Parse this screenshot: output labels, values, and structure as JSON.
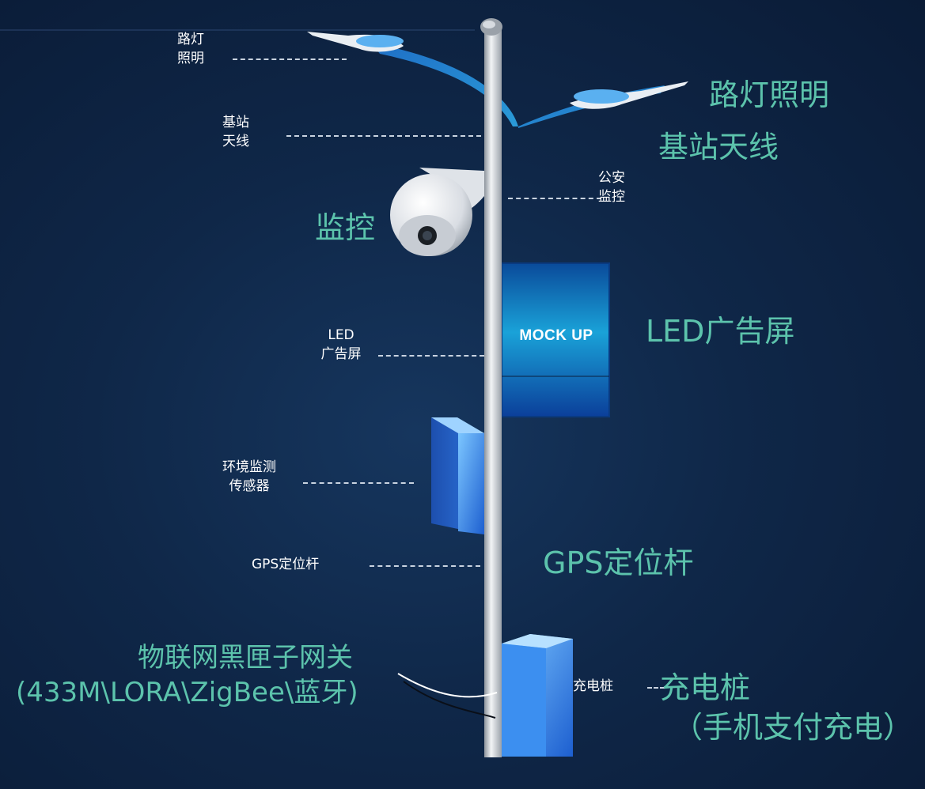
{
  "labels_small": {
    "streetlight": [
      "路灯",
      "照明"
    ],
    "antenna": [
      "基站",
      "天线"
    ],
    "police_cam": [
      "公安",
      "监控"
    ],
    "led_screen": [
      "LED",
      "广告屏"
    ],
    "env_sensor": [
      "环境监测",
      "传感器"
    ],
    "gps": "GPS定位杆",
    "charger": "充电桩"
  },
  "labels_big": {
    "streetlight": "路灯照明",
    "antenna": "基站天线",
    "monitor": "监控",
    "led_screen": "LED广告屏",
    "gps": "GPS定位杆",
    "gateway_line1": "物联网黑匣子网关",
    "gateway_line2": "(433M\\LORA\\ZigBee\\蓝牙)",
    "charger_line1": "充电桩",
    "charger_line2": "（手机支付充电）"
  },
  "screen_text": "MOCK UP",
  "colors": {
    "accent_text": "#5cc3ac",
    "background": "#0f2748",
    "pole": "#d9dde2",
    "box_blue": "#2f7fe0"
  }
}
